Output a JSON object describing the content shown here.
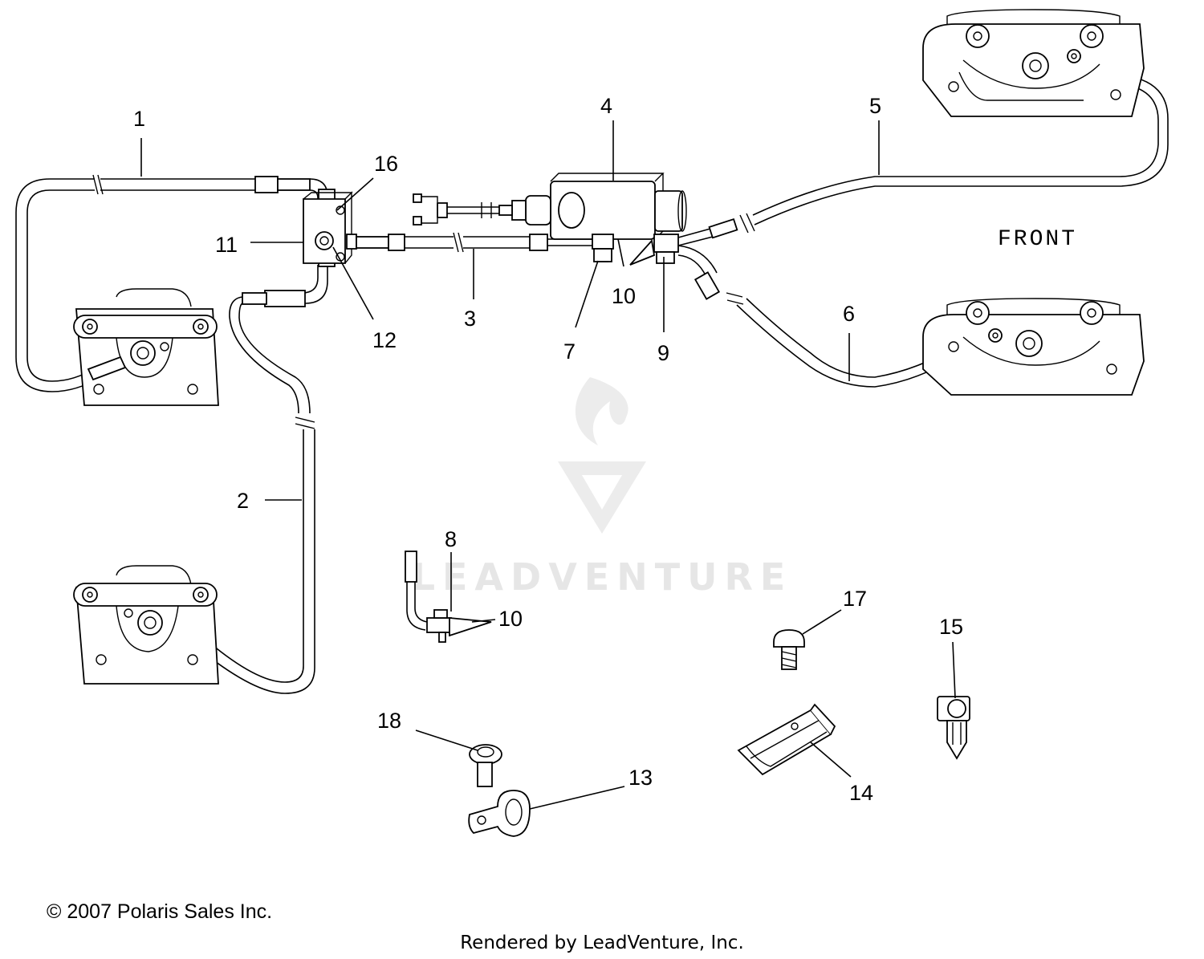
{
  "diagram": {
    "front_label": "FRONT",
    "callouts": [
      "1",
      "2",
      "3",
      "4",
      "5",
      "6",
      "7",
      "8",
      "9",
      "10",
      "10",
      "11",
      "12",
      "13",
      "14",
      "15",
      "16",
      "17",
      "18"
    ],
    "watermark": "LEADVENTURE"
  },
  "footer": {
    "copyright": "© 2007 Polaris Sales Inc.",
    "rendered_by": "Rendered by LeadVenture, Inc."
  }
}
